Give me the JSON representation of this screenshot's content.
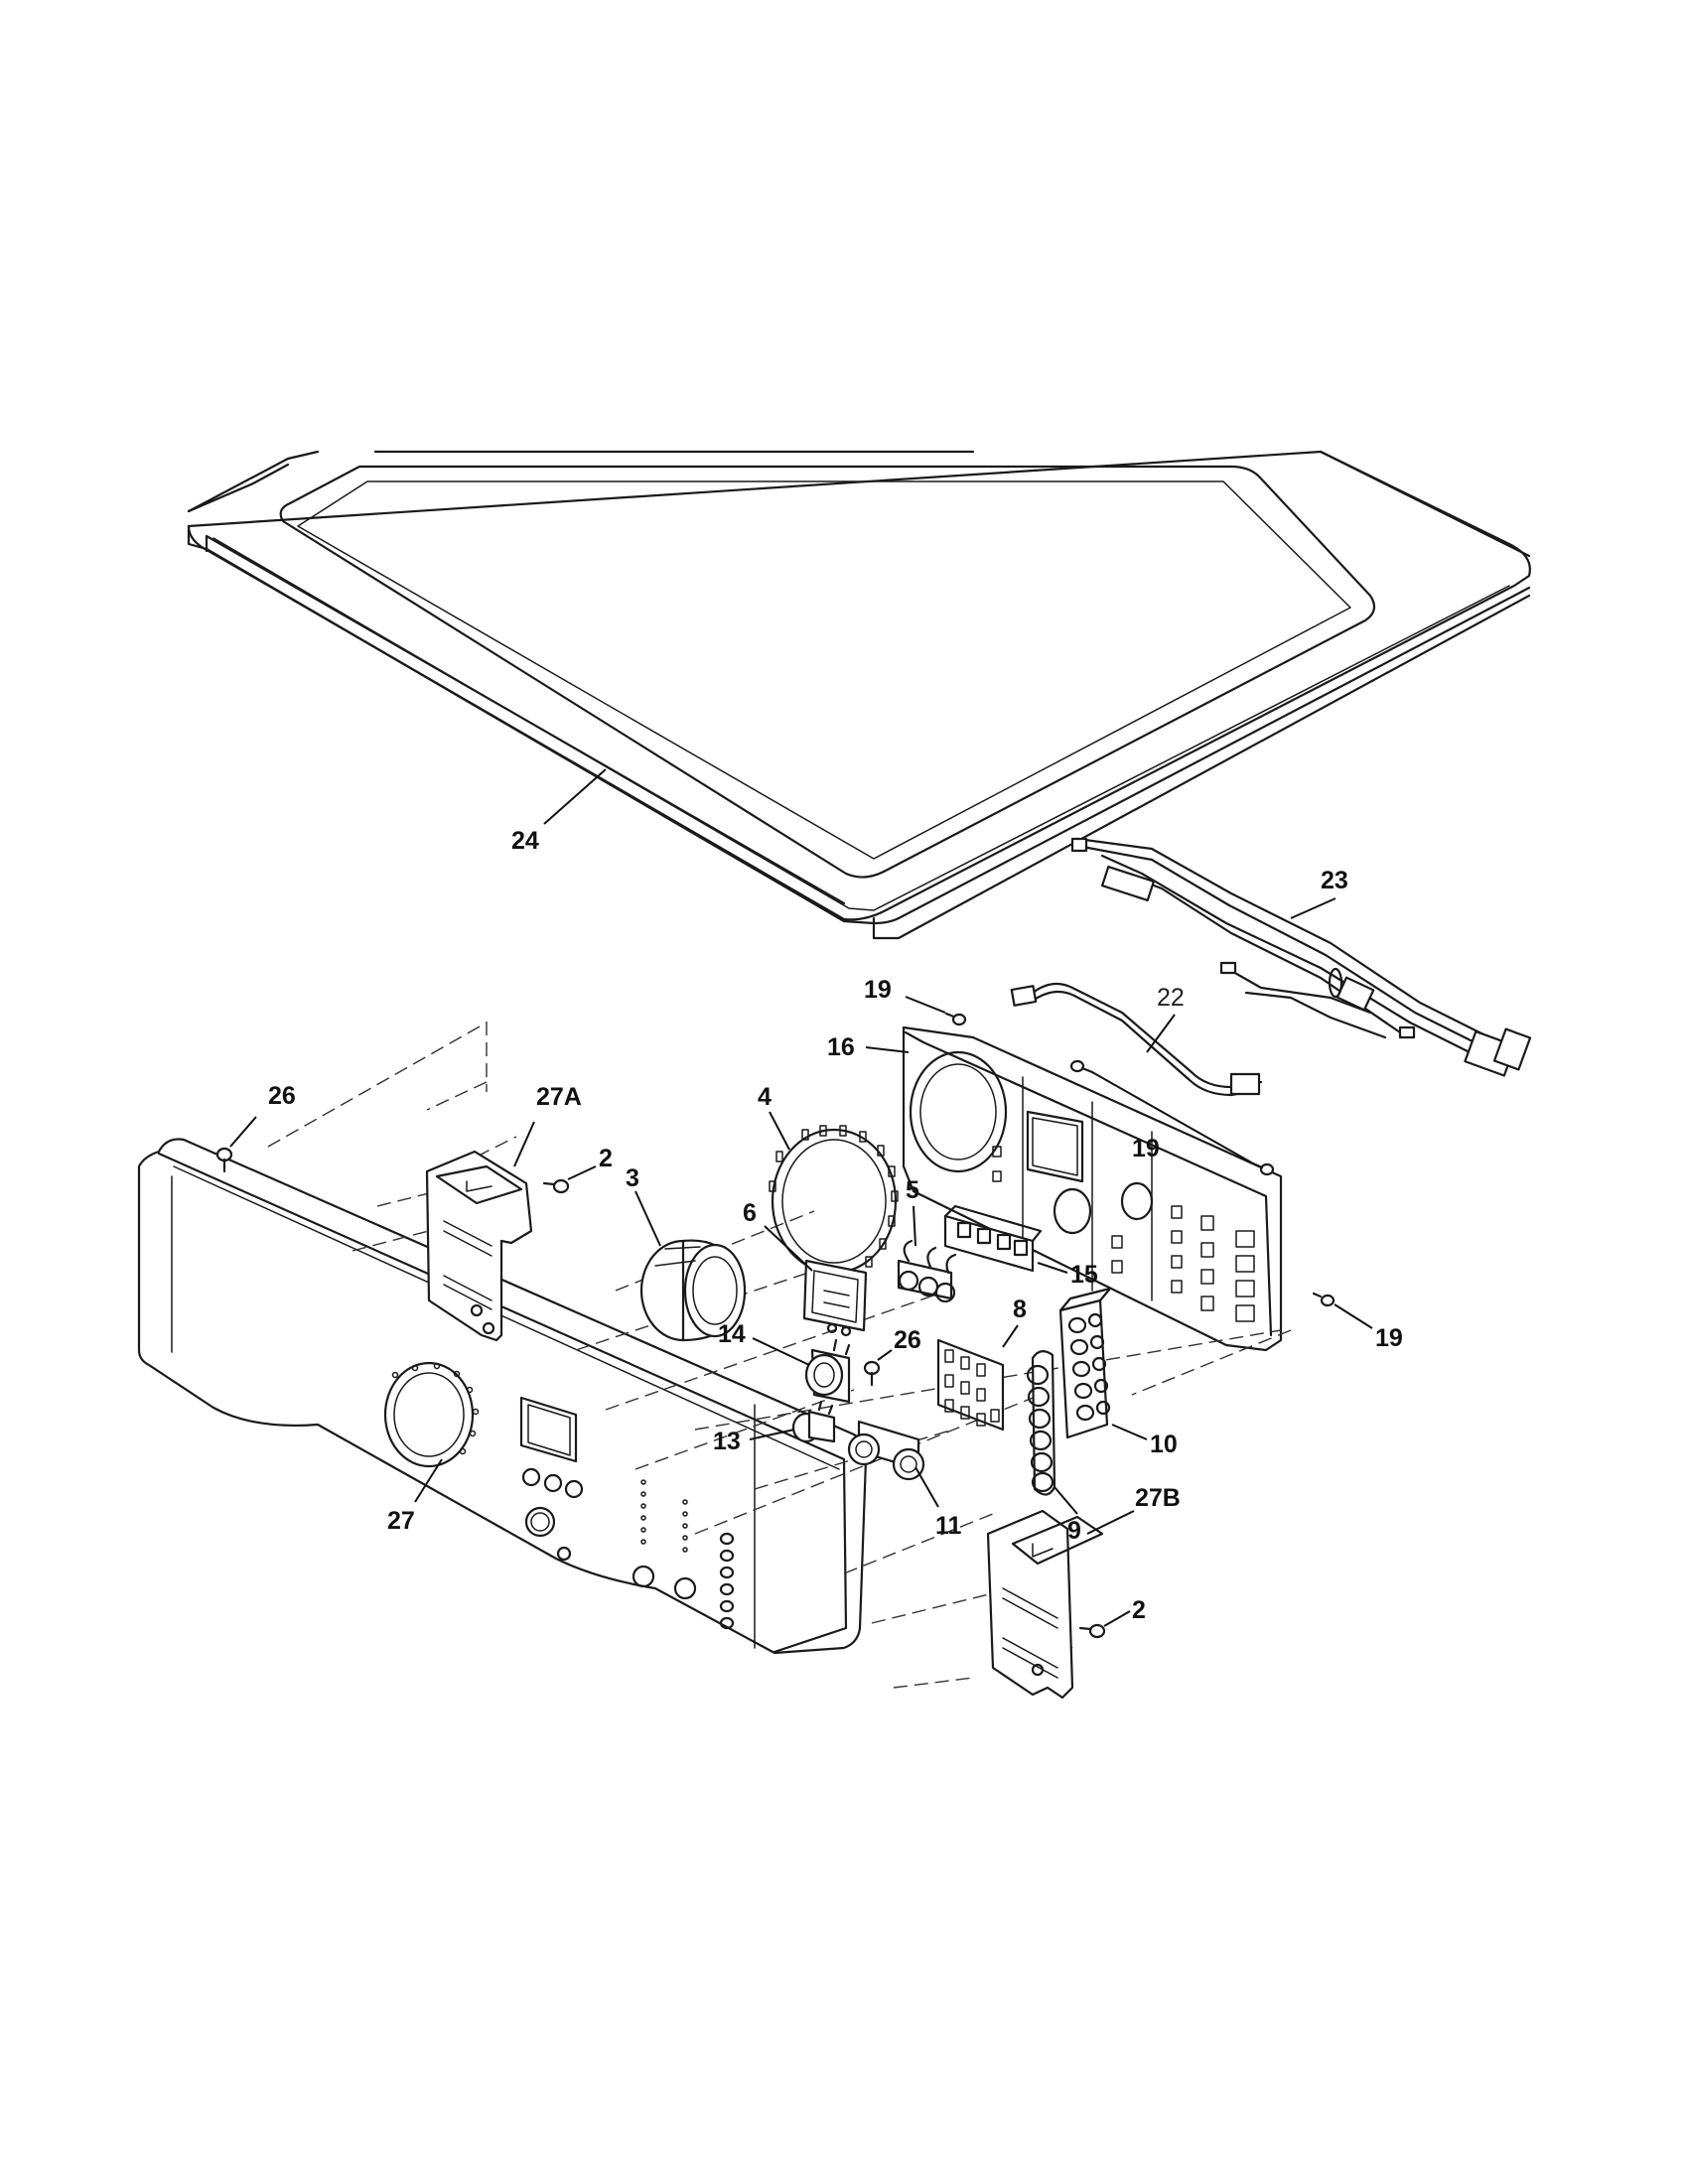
{
  "callouts": {
    "c24": "24",
    "c23": "23",
    "c22": "22",
    "c19a": "19",
    "c19b": "19",
    "c19c": "19",
    "c16": "16",
    "c26a": "26",
    "c27a": "27A",
    "c2a": "2",
    "c3": "3",
    "c4": "4",
    "c5": "5",
    "c6": "6",
    "c15": "15",
    "c14": "14",
    "c26b": "26",
    "c8": "8",
    "c13": "13",
    "c10": "10",
    "c9": "9",
    "c11": "11",
    "c27b": "27B",
    "c27": "27",
    "c2b": "2"
  }
}
